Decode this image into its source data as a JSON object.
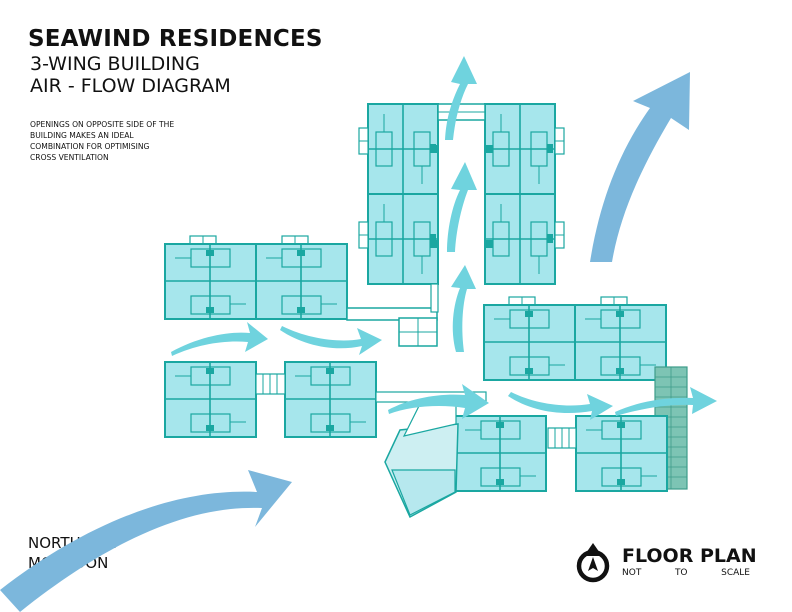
{
  "title": "SEAWIND RESIDENCES",
  "subtitle_line1": "3-WING BUILDING",
  "subtitle_line2": "AIR - FLOW DIAGRAM",
  "note_lines": [
    "OPENINGS ON OPPOSITE SIDE OF THE",
    "BUILDING MAKES AN IDEAL",
    "COMBINATION FOR OPTIMISING",
    "CROSS VENTILATION"
  ],
  "wind_label_line1": "NORTHEAST",
  "wind_label_line2": "MONSOON",
  "floor_plan_label": "FLOOR PLAN",
  "scale_words": [
    "NOT",
    "TO",
    "SCALE"
  ],
  "colors": {
    "room_fill": "#a6e6ec",
    "wall": "#1aa7a1",
    "airflow_arrow": "#6fd3de",
    "monsoon_arrow": "#7cb7dc",
    "stair": "#5fae9f"
  },
  "icons": [
    "north-compass-icon"
  ]
}
